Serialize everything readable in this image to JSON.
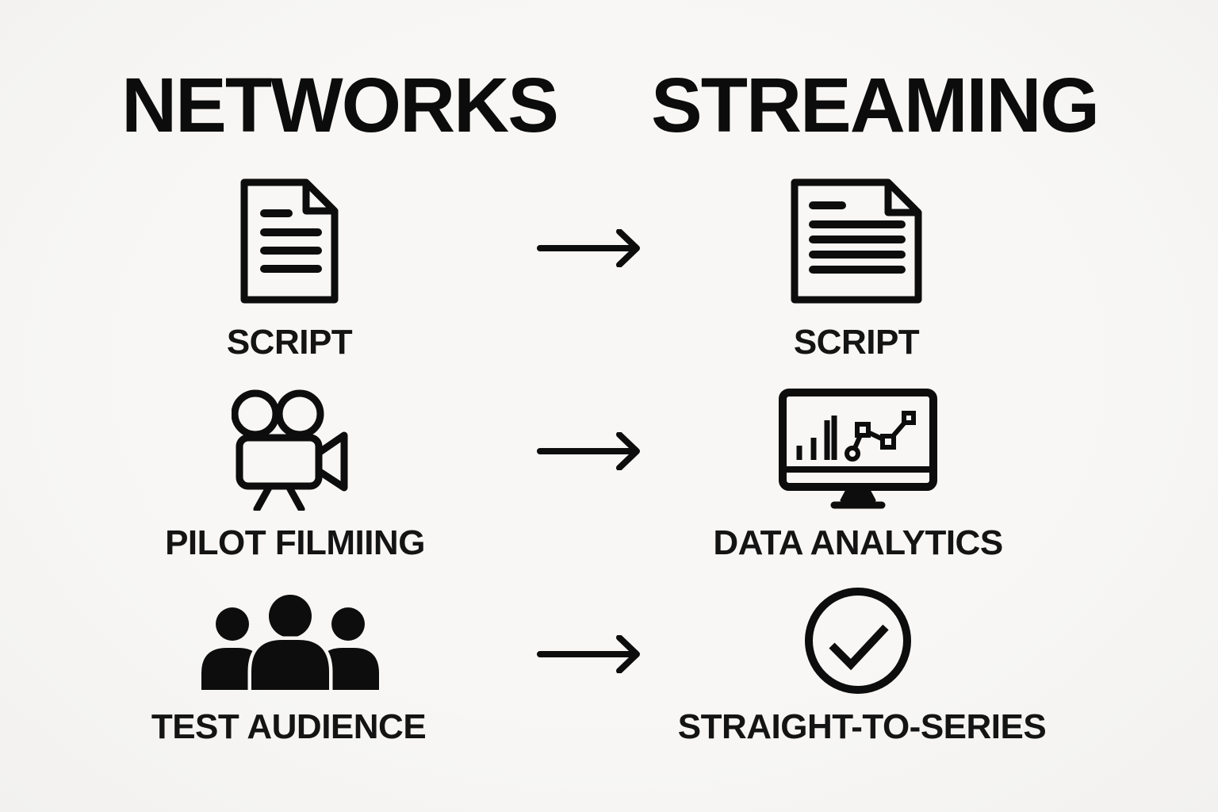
{
  "page": {
    "background_color": "#f7f6f4",
    "ink_color": "#101010",
    "kind": "comparison-infographic"
  },
  "columns": [
    {
      "id": "networks",
      "title": "NETWORKS"
    },
    {
      "id": "streaming",
      "title": "STREAMING"
    }
  ],
  "rows": [
    {
      "left": {
        "icon": "script-document-icon",
        "label": "SCRIPT"
      },
      "arrow": "right-arrow-icon",
      "right": {
        "icon": "script-document-icon",
        "label": "SCRIPT"
      }
    },
    {
      "left": {
        "icon": "film-camera-icon",
        "label": "PILOT FILMIING"
      },
      "arrow": "right-arrow-icon",
      "right": {
        "icon": "analytics-monitor-icon",
        "label": "DATA ANALYTICS"
      }
    },
    {
      "left": {
        "icon": "test-audience-icon",
        "label": "TEST AUDIENCE"
      },
      "arrow": "right-arrow-icon",
      "right": {
        "icon": "checkmark-circle-icon",
        "label": "STRAIGHT-TO-SERIES"
      }
    }
  ]
}
